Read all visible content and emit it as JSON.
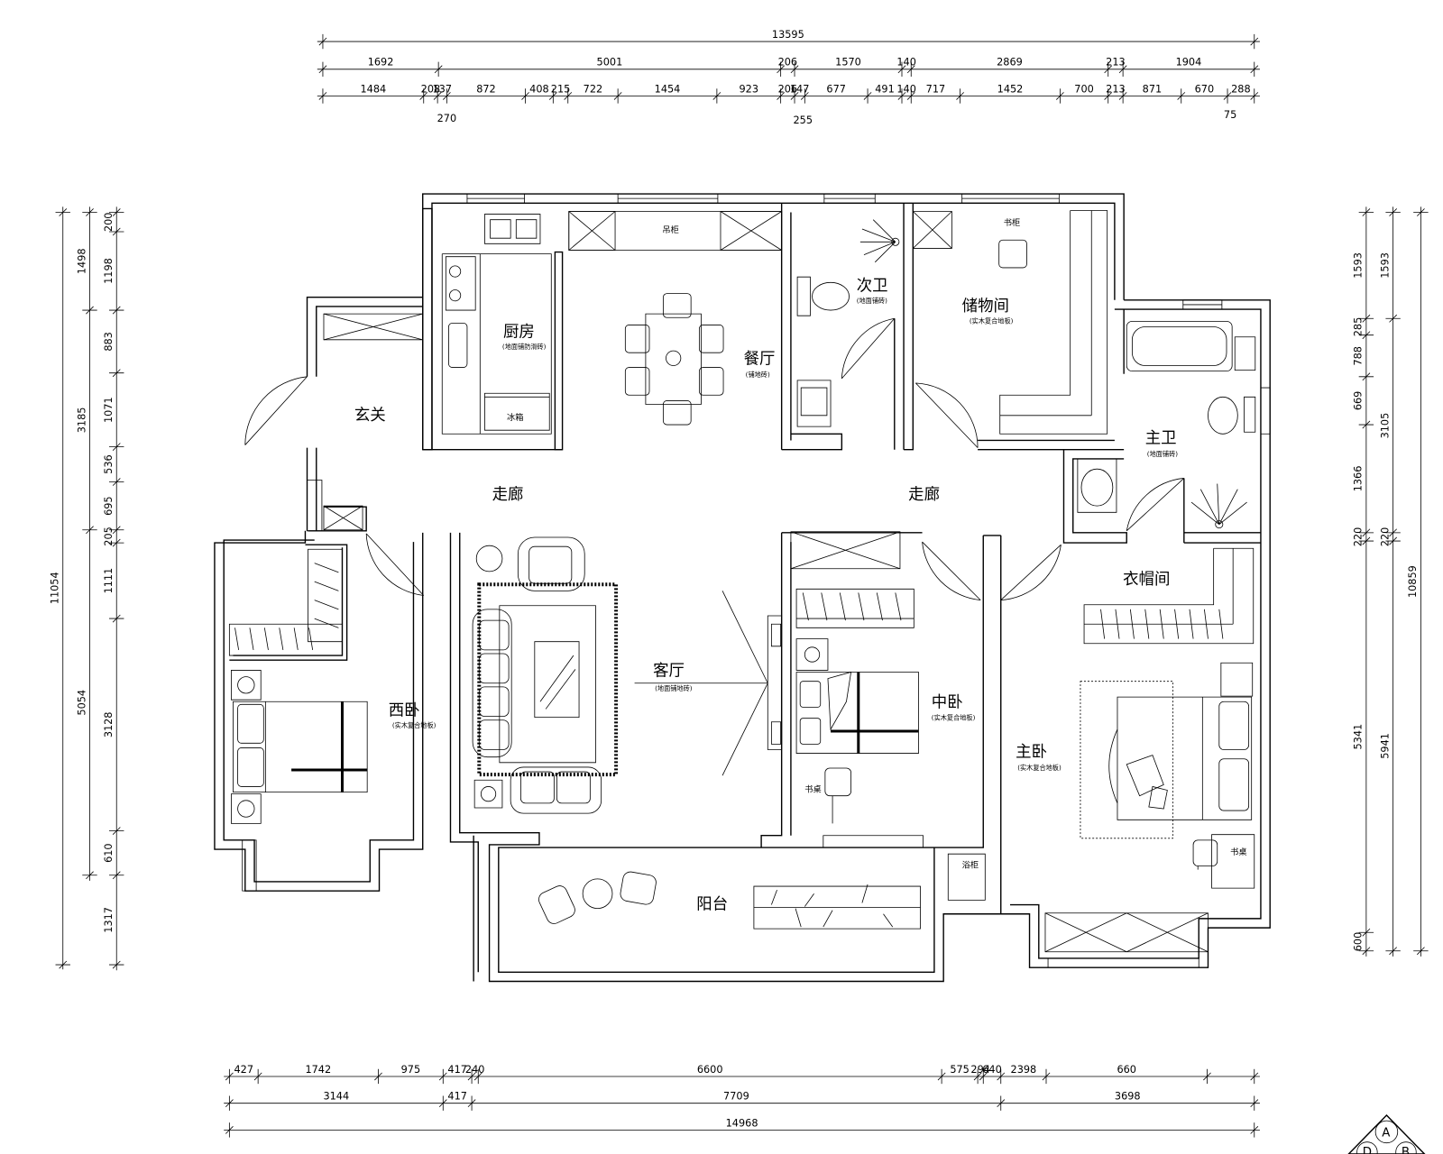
{
  "rooms": {
    "kitchen": {
      "label": "厨房",
      "note": "(地面铺防滑砖)"
    },
    "dining": {
      "label": "餐厅",
      "note": "(铺地砖)"
    },
    "guest_bath": {
      "label": "次卫",
      "note": "(地面铺砖)"
    },
    "storage": {
      "label": "储物间",
      "note": "(实木复合地板)"
    },
    "entry": {
      "label": "玄关"
    },
    "corridor_left": {
      "label": "走廊"
    },
    "corridor_right": {
      "label": "走廊"
    },
    "master_bath": {
      "label": "主卫",
      "note": "(地面铺砖)"
    },
    "cloakroom": {
      "label": "衣帽间"
    },
    "living": {
      "label": "客厅",
      "note": "(地面铺地砖)"
    },
    "west_bedroom": {
      "label": "西卧",
      "note": "(实木复合地板)"
    },
    "middle_bedroom": {
      "label": "中卧",
      "note": "(实木复合地板)"
    },
    "master_bedroom": {
      "label": "主卧",
      "note": "(实木复合地板)"
    },
    "balcony": {
      "label": "阳台"
    }
  },
  "fixtures": {
    "fridge": "冰箱",
    "kitchen_shelf": "吊柜",
    "storage_cabinet": "书柜",
    "middle_desk": "书桌",
    "master_desk": "书桌",
    "bath_cabinet": "浴柜"
  },
  "compass": {
    "letters": [
      "A",
      "D",
      "B"
    ]
  },
  "dimensions": {
    "top_total": "13595",
    "top_mid": [
      "1692",
      "5001",
      "206",
      "1570",
      "140",
      "2869",
      "213",
      "1904"
    ],
    "top_detail": [
      "1484",
      "208",
      "137",
      "872",
      "408",
      "215",
      "722",
      "1454",
      "923",
      "206",
      "147",
      "677",
      "491",
      "140",
      "717",
      "1452",
      "700",
      "213",
      "871",
      "670",
      "288"
    ],
    "top_below": [
      "270",
      "255",
      "75"
    ],
    "left_outer": "11054",
    "left_mid": [
      "1498",
      "3185",
      "5054"
    ],
    "left_inner": [
      "200",
      "1198",
      "883",
      "1071",
      "536",
      "695",
      "205",
      "1111",
      "3128",
      "610",
      "1317"
    ],
    "right_inner": [
      "1593",
      "285",
      "788",
      "669",
      "1366",
      "220",
      "5341",
      "600"
    ],
    "right_mid": [
      "1593",
      "3105",
      "220",
      "5941"
    ],
    "right_outer": "10859",
    "bottom_detail": [
      "427",
      "1742",
      "975",
      "417",
      "240",
      "6600",
      "575",
      "294",
      "640",
      "2398",
      "660"
    ],
    "bottom_mid": [
      "3144",
      "417",
      "7709",
      "3698"
    ],
    "bottom_total": "14968"
  }
}
